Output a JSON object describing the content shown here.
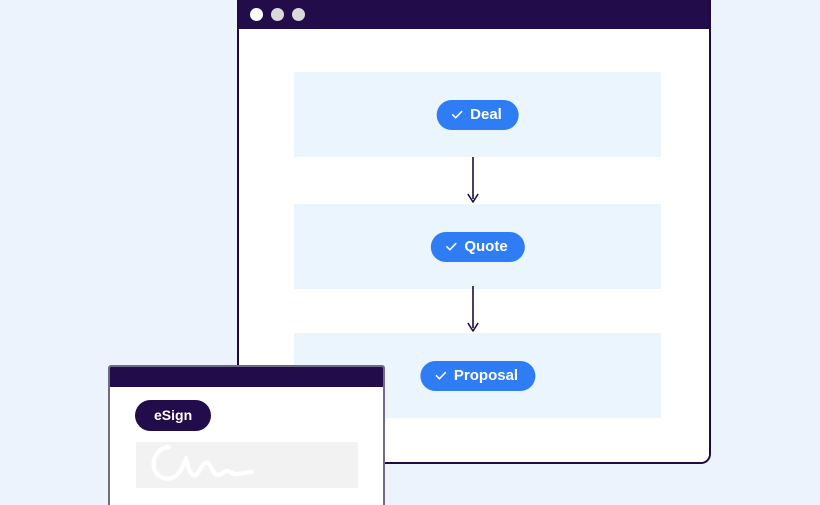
{
  "theme": {
    "page_background": "#edf3fd",
    "window_chrome": "#230c4a",
    "window_border": "#1d0b3f",
    "band_background": "#eaf5fd",
    "accent_blue": "#2f7df4",
    "badge_text": "#ffffff",
    "signature_box": "#f2f2f2",
    "signature_stroke": "#ffffff",
    "arrow_color": "#1d0b3f"
  },
  "main_window": {
    "titlebar": {
      "dots": [
        {
          "name": "close-dot",
          "color": "#ffffff"
        },
        {
          "name": "minimize-dot",
          "color": "#d9d9d9"
        },
        {
          "name": "maximize-dot",
          "color": "#d9d9d9"
        }
      ]
    },
    "flow": {
      "steps": [
        {
          "label": "Deal",
          "icon": "check-icon",
          "state": "complete"
        },
        {
          "label": "Quote",
          "icon": "check-icon",
          "state": "complete"
        },
        {
          "label": "Proposal",
          "icon": "check-icon",
          "state": "complete"
        }
      ],
      "connectors": [
        {
          "name": "arrow-deal-to-quote",
          "direction": "down"
        },
        {
          "name": "arrow-quote-to-proposal",
          "direction": "down"
        }
      ]
    }
  },
  "esign_window": {
    "badge_label": "eSign",
    "signature": {
      "name": "signature-scribble",
      "alt": "handwritten signature"
    }
  }
}
